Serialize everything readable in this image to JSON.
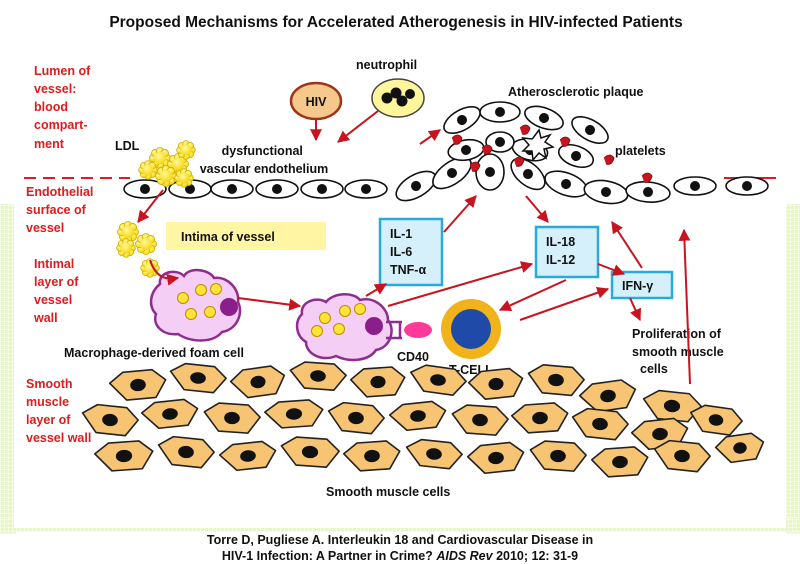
{
  "title": "Proposed Mechanisms for Accelerated Atherogenesis in HIV-infected Patients",
  "layers": {
    "lumen": [
      "Lumen of",
      "vessel:",
      "blood",
      "compart-",
      "ment"
    ],
    "endothelial": [
      "Endothelial",
      "surface of",
      "vessel"
    ],
    "intimal": [
      "Intimal",
      "layer of",
      "vessel",
      "wall"
    ],
    "smooth": [
      "Smooth",
      "muscle",
      "layer of",
      "vessel wall"
    ]
  },
  "labels": {
    "hiv": "HIV",
    "neutrophil": "neutrophil",
    "dysfunctional": [
      "dysfunctional",
      "vascular endothelium"
    ],
    "plaque": "Atherosclerotic plaque",
    "platelets": "platelets",
    "ldl": "LDL",
    "intima": "Intima of vessel",
    "foam_cell": "Macrophage-derived foam cell",
    "cd40": "CD40",
    "tcell": "T-CELL",
    "proliferation": [
      "Proliferation of",
      "smooth muscle",
      "cells"
    ],
    "smc": "Smooth muscle cells"
  },
  "cytokines": {
    "box1": [
      "IL-1",
      "IL-6",
      "TNF-α"
    ],
    "box2": [
      "IL-18",
      "IL-12"
    ],
    "box3": [
      "IFN-γ"
    ]
  },
  "citation": {
    "line1": "Torre D, Pugliese A. Interleukin 18 and Cardiovascular Disease in",
    "line2_pre": "HIV-1 Infection: A Partner in  Crime?",
    "journal": "AIDS Rev",
    "line2_post": " 2010; 12: 31-9"
  },
  "colors": {
    "red": "#e01b1b",
    "arrow": "#c8141e",
    "hiv_fill": "#f5c98c",
    "neutrophil_fill": "#fff59a",
    "ldl_fill": "#ffe438",
    "intima_box": "#fff5a2",
    "cytokine_box": "#d5f0fb",
    "cytokine_border": "#2aa9dd",
    "macrophage_fill": "#f4cef4",
    "macrophage_border": "#8e2d8e",
    "nucleus_purple": "#8a1e8a",
    "smc_fill": "#f7c473",
    "tcell_outer": "#f2b21a",
    "tcell_inner": "#1f4aa8",
    "cd40": "#ff3a9a",
    "stripe": "#e6f6c4"
  }
}
